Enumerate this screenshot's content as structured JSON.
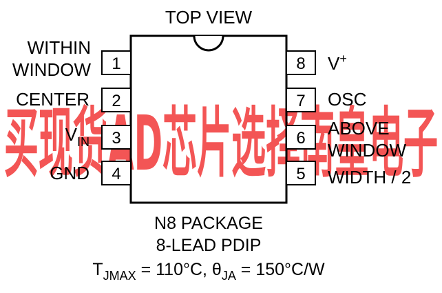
{
  "title": "TOP VIEW",
  "watermark_text": "买现货AD芯片选择南皇电子",
  "colors": {
    "watermark": "#f02a2a",
    "outline": "#000000",
    "background": "#ffffff"
  },
  "pins_left": [
    {
      "number": "1",
      "label_lines": [
        "WITHIN",
        "WINDOW"
      ]
    },
    {
      "number": "2",
      "label_lines": [
        "CENTER"
      ]
    },
    {
      "number": "3",
      "label_main": "V",
      "label_sub": "IN"
    },
    {
      "number": "4",
      "label_lines": [
        "GND"
      ]
    }
  ],
  "pins_right": [
    {
      "number": "8",
      "label_main": "V",
      "label_sup": "+"
    },
    {
      "number": "7",
      "label_lines": [
        "OSC"
      ]
    },
    {
      "number": "6",
      "label_lines": [
        "ABOVE",
        "WINDOW"
      ]
    },
    {
      "number": "5",
      "label_lines": [
        "WIDTH / 2"
      ]
    }
  ],
  "caption": {
    "line1": "N8 PACKAGE",
    "line2": "8-LEAD PDIP",
    "t_prefix": "T",
    "t_sub": "JMAX",
    "t_rest": " = 110°C, θ",
    "theta_sub": "JA",
    "theta_rest": " = 150°C/W"
  }
}
